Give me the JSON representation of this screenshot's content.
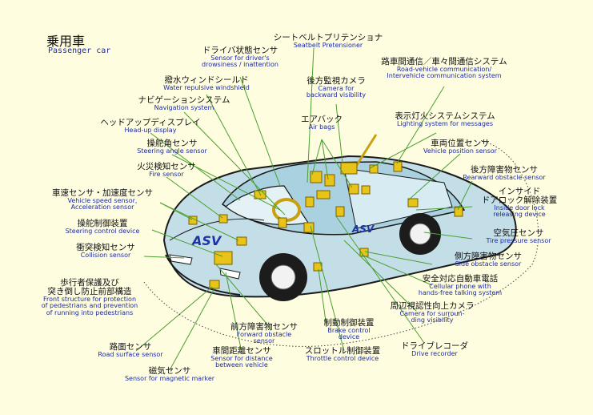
{
  "title": {
    "ja": "乗用車",
    "en": "Passenger car"
  },
  "colors": {
    "background": "#fffde0",
    "car_body": "#c4dee8",
    "leader_line": "#4aa030",
    "text_en": "#1a2aa8"
  },
  "car": {
    "logo": "ASV"
  },
  "labels": [
    {
      "id": "seatbelt",
      "ja": "シートベルトプリテンショナ",
      "en": [
        "Seatbelt Pretensioner"
      ]
    },
    {
      "id": "driver-state",
      "ja": "ドライバ状態センサ",
      "en": [
        "Sensor for driver's",
        "drowsiness / inattention"
      ]
    },
    {
      "id": "road-comm",
      "ja": "路車間通信／車々間通信システム",
      "en": [
        "Road-vehicle communication/",
        "Intervehicle communication system"
      ]
    },
    {
      "id": "water-windshield",
      "ja": "撥水ウィンドシールド",
      "en": [
        "Water repulsive windshield"
      ]
    },
    {
      "id": "rear-camera",
      "ja": "後方監視カメラ",
      "en": [
        "Camera for",
        "backward visibility"
      ]
    },
    {
      "id": "navigation",
      "ja": "ナビゲーションシステム",
      "en": [
        "Navigation system"
      ]
    },
    {
      "id": "lighting-msg",
      "ja": "表示灯火システムシステム",
      "en": [
        "Lighting system for messages"
      ]
    },
    {
      "id": "hud",
      "ja": "ヘッドアップディスプレイ",
      "en": [
        "Head-up display"
      ]
    },
    {
      "id": "airbags",
      "ja": "エアバック",
      "en": [
        "Air bags"
      ]
    },
    {
      "id": "steering-angle",
      "ja": "操舵角センサ",
      "en": [
        "Steering angle sensor"
      ]
    },
    {
      "id": "vehicle-position",
      "ja": "車両位置センサ",
      "en": [
        "Vehicle position sensor"
      ]
    },
    {
      "id": "fire",
      "ja": "火災検知センサ",
      "en": [
        "Fire sensor"
      ]
    },
    {
      "id": "rear-obstacle",
      "ja": "後方障害物センサ",
      "en": [
        "Rearward obstacle sensor"
      ]
    },
    {
      "id": "speed-accel",
      "ja": "車速センサ・加速度センサ",
      "en": [
        "Vehicle speed sensor,",
        "Acceleration sensor"
      ]
    },
    {
      "id": "door-lock",
      "ja": "インサイド\nドアロック解除装置",
      "en": [
        "Inside door lock",
        "releasing device"
      ]
    },
    {
      "id": "steering-control",
      "ja": "操舵制御装置",
      "en": [
        "Steering control device"
      ]
    },
    {
      "id": "tire-pressure",
      "ja": "空気圧センサ",
      "en": [
        "Tire pressure sensor"
      ]
    },
    {
      "id": "collision",
      "ja": "衝突検知センサ",
      "en": [
        "Collision sensor"
      ]
    },
    {
      "id": "side-obstacle",
      "ja": "側方障害物センサ",
      "en": [
        "Side obstacle sensor"
      ]
    },
    {
      "id": "cellular",
      "ja": "安全対応自動車電話",
      "en": [
        "Cellular phone with",
        "hands-free talking system"
      ]
    },
    {
      "id": "pedestrian",
      "ja": "歩行者保護及び\n突き倒し防止前部構造",
      "en": [
        "Front structure for protection",
        "of pedestrians and prevention",
        "of running into pedestrians"
      ]
    },
    {
      "id": "surround-camera",
      "ja": "周辺視認性向上カメラ",
      "en": [
        "Camera for surroun-",
        "ding visibility"
      ]
    },
    {
      "id": "forward-obstacle",
      "ja": "前方障害物センサ",
      "en": [
        "Forward obstacle",
        "sensor"
      ]
    },
    {
      "id": "brake-control",
      "ja": "制動制御装置",
      "en": [
        "Brake control",
        "device"
      ]
    },
    {
      "id": "drive-recorder",
      "ja": "ドライブレコーダ",
      "en": [
        "Drive recorder"
      ]
    },
    {
      "id": "road-surface",
      "ja": "路面センサ",
      "en": [
        "Road surface sensor"
      ]
    },
    {
      "id": "distance",
      "ja": "車間距離センサ",
      "en": [
        "Sensor for distance",
        "between vehicle"
      ]
    },
    {
      "id": "throttle",
      "ja": "スロットル制御装置",
      "en": [
        "Throttle control device"
      ]
    },
    {
      "id": "magnetic",
      "ja": "磁気センサ",
      "en": [
        "Sensor for magnetic marker"
      ]
    }
  ]
}
